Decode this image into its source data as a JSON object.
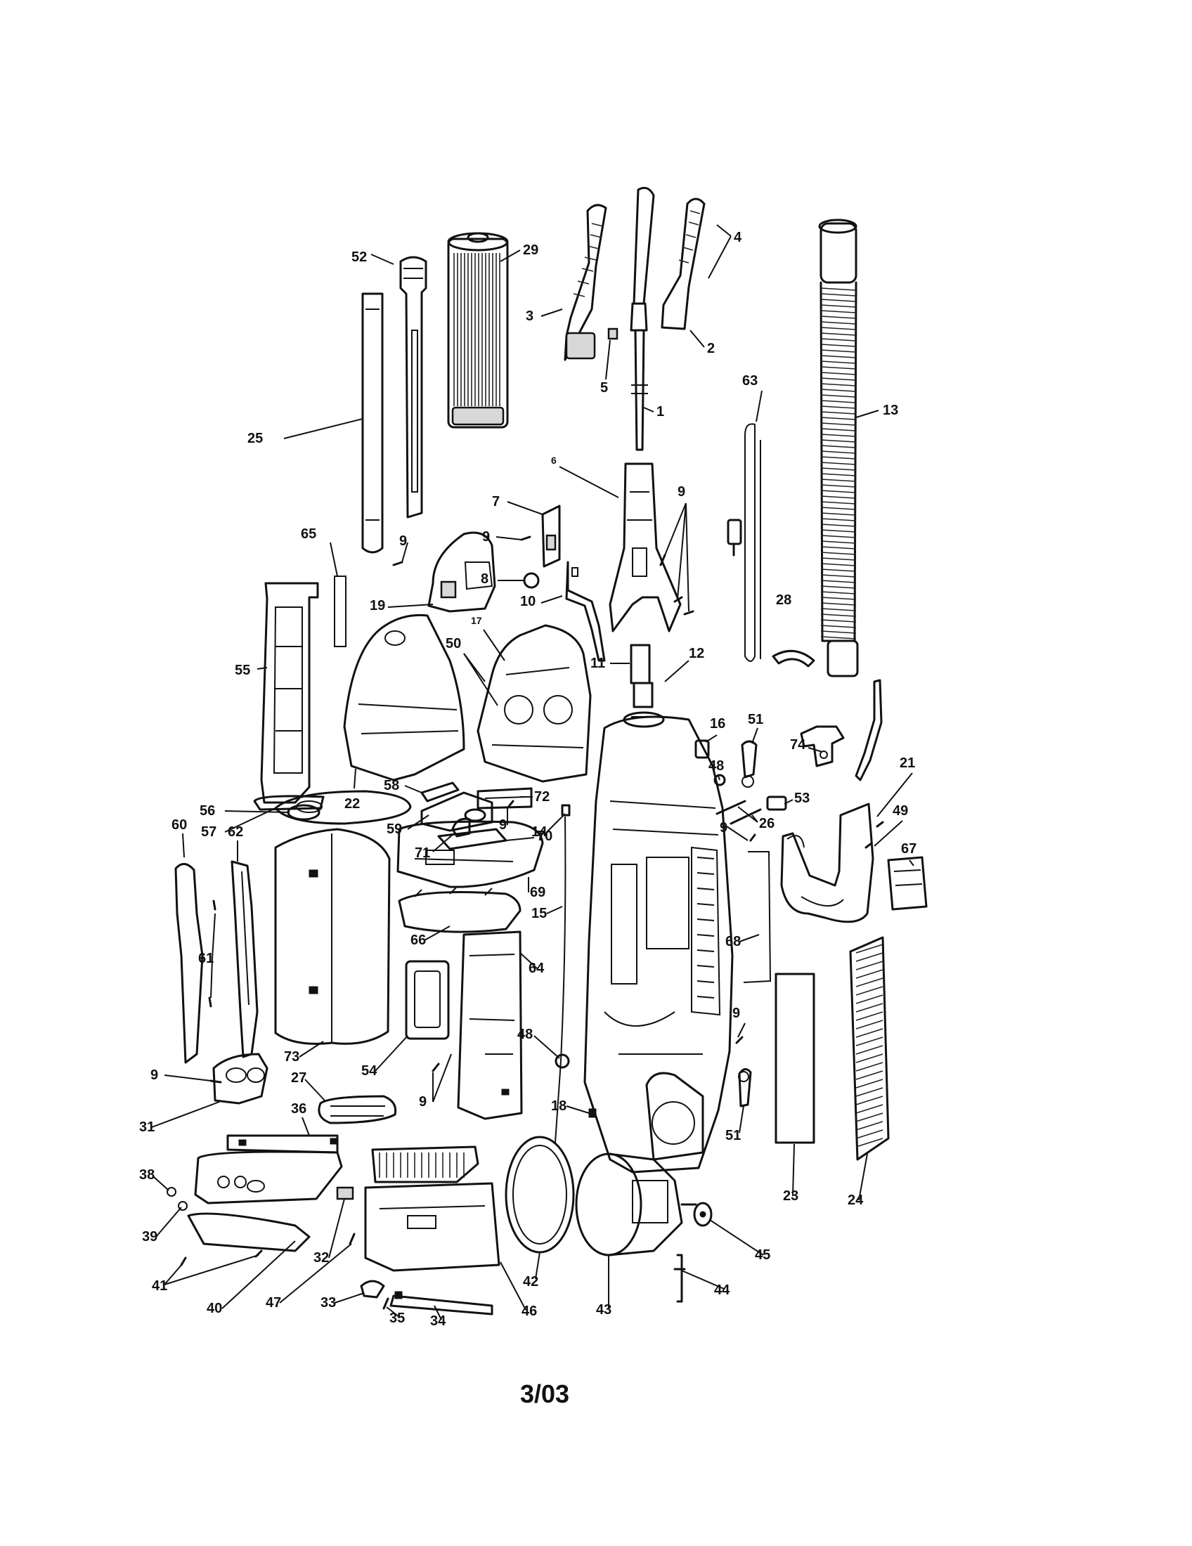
{
  "diagram": {
    "page_number": "3/03",
    "callouts": [
      {
        "id": "c52",
        "label": "52"
      },
      {
        "id": "c29",
        "label": "29"
      },
      {
        "id": "c3",
        "label": "3"
      },
      {
        "id": "c4",
        "label": "4"
      },
      {
        "id": "c2",
        "label": "2"
      },
      {
        "id": "c5",
        "label": "5"
      },
      {
        "id": "c1",
        "label": "1"
      },
      {
        "id": "c63",
        "label": "63"
      },
      {
        "id": "c13",
        "label": "13"
      },
      {
        "id": "c25",
        "label": "25"
      },
      {
        "id": "c6",
        "label": "6"
      },
      {
        "id": "c7",
        "label": "7"
      },
      {
        "id": "c9a",
        "label": "9"
      },
      {
        "id": "c9b",
        "label": "9"
      },
      {
        "id": "c9c",
        "label": "9"
      },
      {
        "id": "c65",
        "label": "65"
      },
      {
        "id": "c8",
        "label": "8"
      },
      {
        "id": "c10",
        "label": "10"
      },
      {
        "id": "c19",
        "label": "19"
      },
      {
        "id": "c28",
        "label": "28"
      },
      {
        "id": "c17",
        "label": "17"
      },
      {
        "id": "c55",
        "label": "55"
      },
      {
        "id": "c50",
        "label": "50"
      },
      {
        "id": "c11",
        "label": "11"
      },
      {
        "id": "c12",
        "label": "12"
      },
      {
        "id": "c51a",
        "label": "51"
      },
      {
        "id": "c16",
        "label": "16"
      },
      {
        "id": "c74",
        "label": "74"
      },
      {
        "id": "c48a",
        "label": "48"
      },
      {
        "id": "c53",
        "label": "53"
      },
      {
        "id": "c56",
        "label": "56"
      },
      {
        "id": "c22",
        "label": "22"
      },
      {
        "id": "c58",
        "label": "58"
      },
      {
        "id": "c72",
        "label": "72"
      },
      {
        "id": "c21",
        "label": "21"
      },
      {
        "id": "c26",
        "label": "26"
      },
      {
        "id": "c57",
        "label": "57"
      },
      {
        "id": "c59",
        "label": "59"
      },
      {
        "id": "c9d",
        "label": "9"
      },
      {
        "id": "c14",
        "label": "14"
      },
      {
        "id": "c9e",
        "label": "9"
      },
      {
        "id": "c49",
        "label": "49"
      },
      {
        "id": "c71",
        "label": "71"
      },
      {
        "id": "c70",
        "label": "70"
      },
      {
        "id": "c60",
        "label": "60"
      },
      {
        "id": "c62",
        "label": "62"
      },
      {
        "id": "c67",
        "label": "67"
      },
      {
        "id": "c69",
        "label": "69"
      },
      {
        "id": "c15",
        "label": "15"
      },
      {
        "id": "c68",
        "label": "68"
      },
      {
        "id": "c66",
        "label": "66"
      },
      {
        "id": "c61",
        "label": "61"
      },
      {
        "id": "c64",
        "label": "64"
      },
      {
        "id": "c9f",
        "label": "9"
      },
      {
        "id": "c48b",
        "label": "48"
      },
      {
        "id": "c73",
        "label": "73"
      },
      {
        "id": "c54",
        "label": "54"
      },
      {
        "id": "c9g",
        "label": "9"
      },
      {
        "id": "c27",
        "label": "27"
      },
      {
        "id": "c9h",
        "label": "9"
      },
      {
        "id": "c18",
        "label": "18"
      },
      {
        "id": "c51b",
        "label": "51"
      },
      {
        "id": "c31",
        "label": "31"
      },
      {
        "id": "c36",
        "label": "36"
      },
      {
        "id": "c23",
        "label": "23"
      },
      {
        "id": "c24",
        "label": "24"
      },
      {
        "id": "c38",
        "label": "38"
      },
      {
        "id": "c39",
        "label": "39"
      },
      {
        "id": "c32",
        "label": "32"
      },
      {
        "id": "c42",
        "label": "42"
      },
      {
        "id": "c45",
        "label": "45"
      },
      {
        "id": "c41",
        "label": "41"
      },
      {
        "id": "c47",
        "label": "47"
      },
      {
        "id": "c33",
        "label": "33"
      },
      {
        "id": "c46",
        "label": "46"
      },
      {
        "id": "c44",
        "label": "44"
      },
      {
        "id": "c40",
        "label": "40"
      },
      {
        "id": "c35",
        "label": "35"
      },
      {
        "id": "c34",
        "label": "34"
      },
      {
        "id": "c43",
        "label": "43"
      }
    ]
  }
}
